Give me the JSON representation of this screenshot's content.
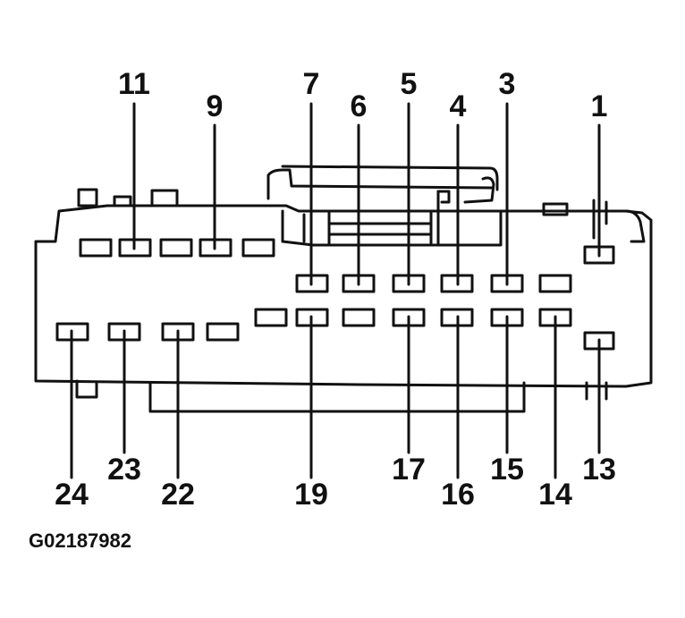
{
  "figure_id": "G02187982",
  "pins": [
    {
      "label": "11"
    },
    {
      "label": "9"
    },
    {
      "label": "7"
    },
    {
      "label": "6"
    },
    {
      "label": "5"
    },
    {
      "label": "4"
    },
    {
      "label": "3"
    },
    {
      "label": "1"
    },
    {
      "label": "24"
    },
    {
      "label": "23"
    },
    {
      "label": "22"
    },
    {
      "label": "19"
    },
    {
      "label": "17"
    },
    {
      "label": "16"
    },
    {
      "label": "15"
    },
    {
      "label": "14"
    },
    {
      "label": "13"
    }
  ],
  "colors": {
    "line": "#111111",
    "background": "#ffffff"
  }
}
